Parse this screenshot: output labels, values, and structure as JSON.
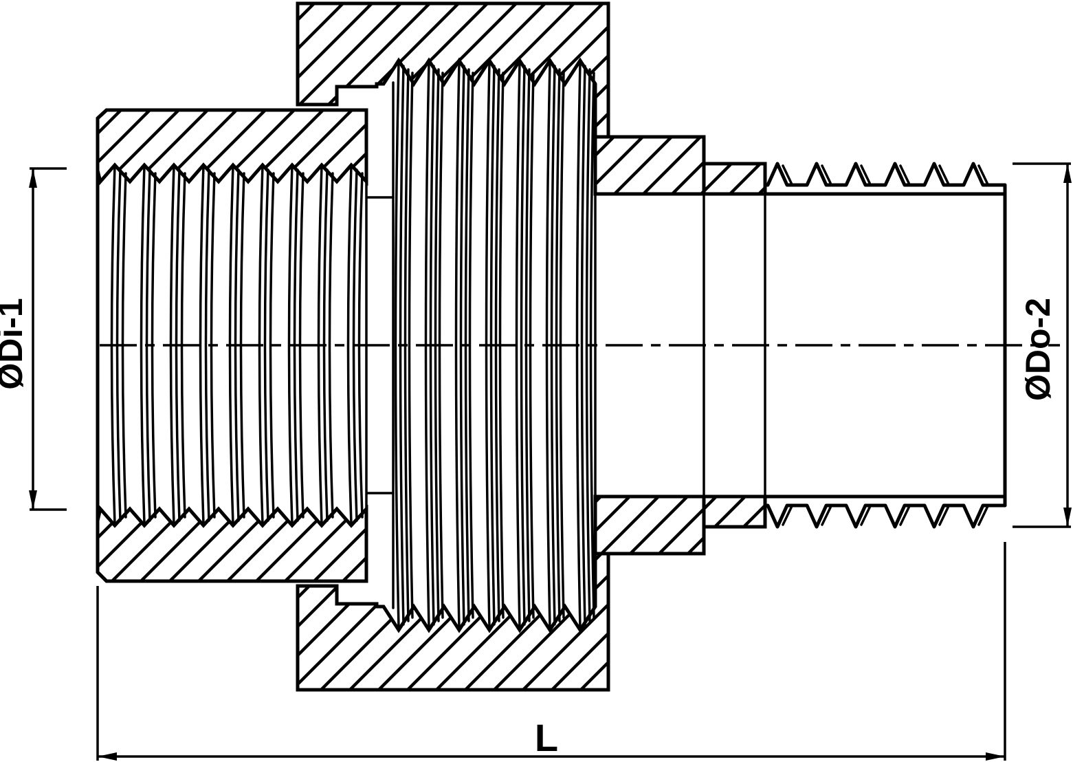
{
  "drawing": {
    "labels": {
      "left_diameter": "ØDi-1",
      "right_diameter": "ØDo-2",
      "length": "L"
    },
    "colors": {
      "line": "#000000",
      "background": "#ffffff"
    }
  }
}
